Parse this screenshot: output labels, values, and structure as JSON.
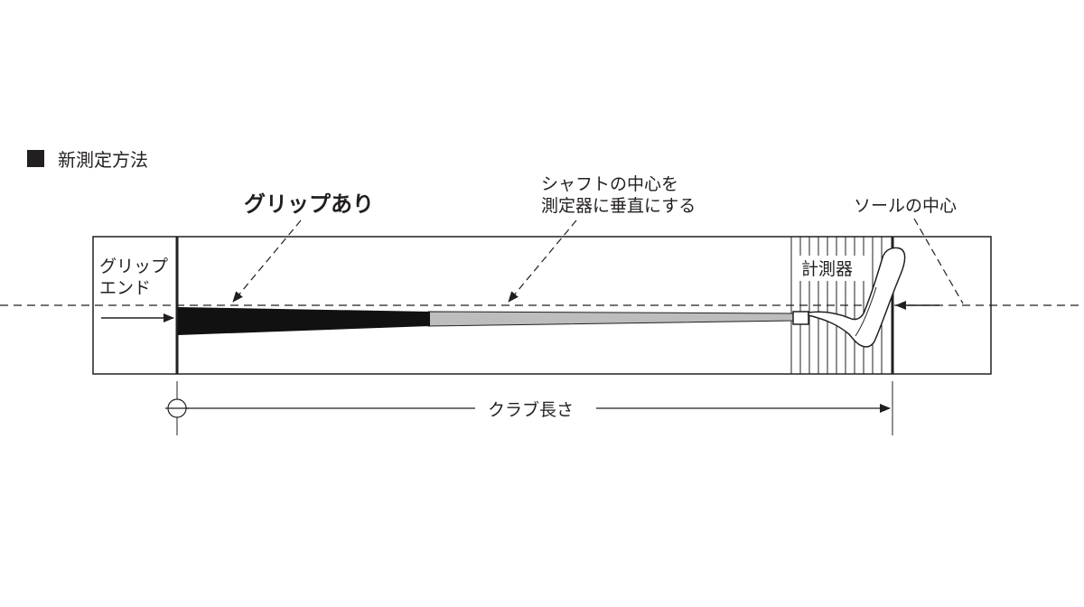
{
  "title": "新測定方法",
  "labels": {
    "grip_present": "グリップあり",
    "shaft_center_line1": "シャフトの中心を",
    "shaft_center_line2": "測定器に垂直にする",
    "sole_center": "ソールの中心",
    "grip_end_line1": "グリップ",
    "grip_end_line2": "エンド",
    "measuring_device": "計測器",
    "club_length": "クラブ長さ"
  },
  "colors": {
    "line": "#231f20",
    "grip": "#111111",
    "shaft": "#bdbdbd",
    "background": "#ffffff"
  }
}
